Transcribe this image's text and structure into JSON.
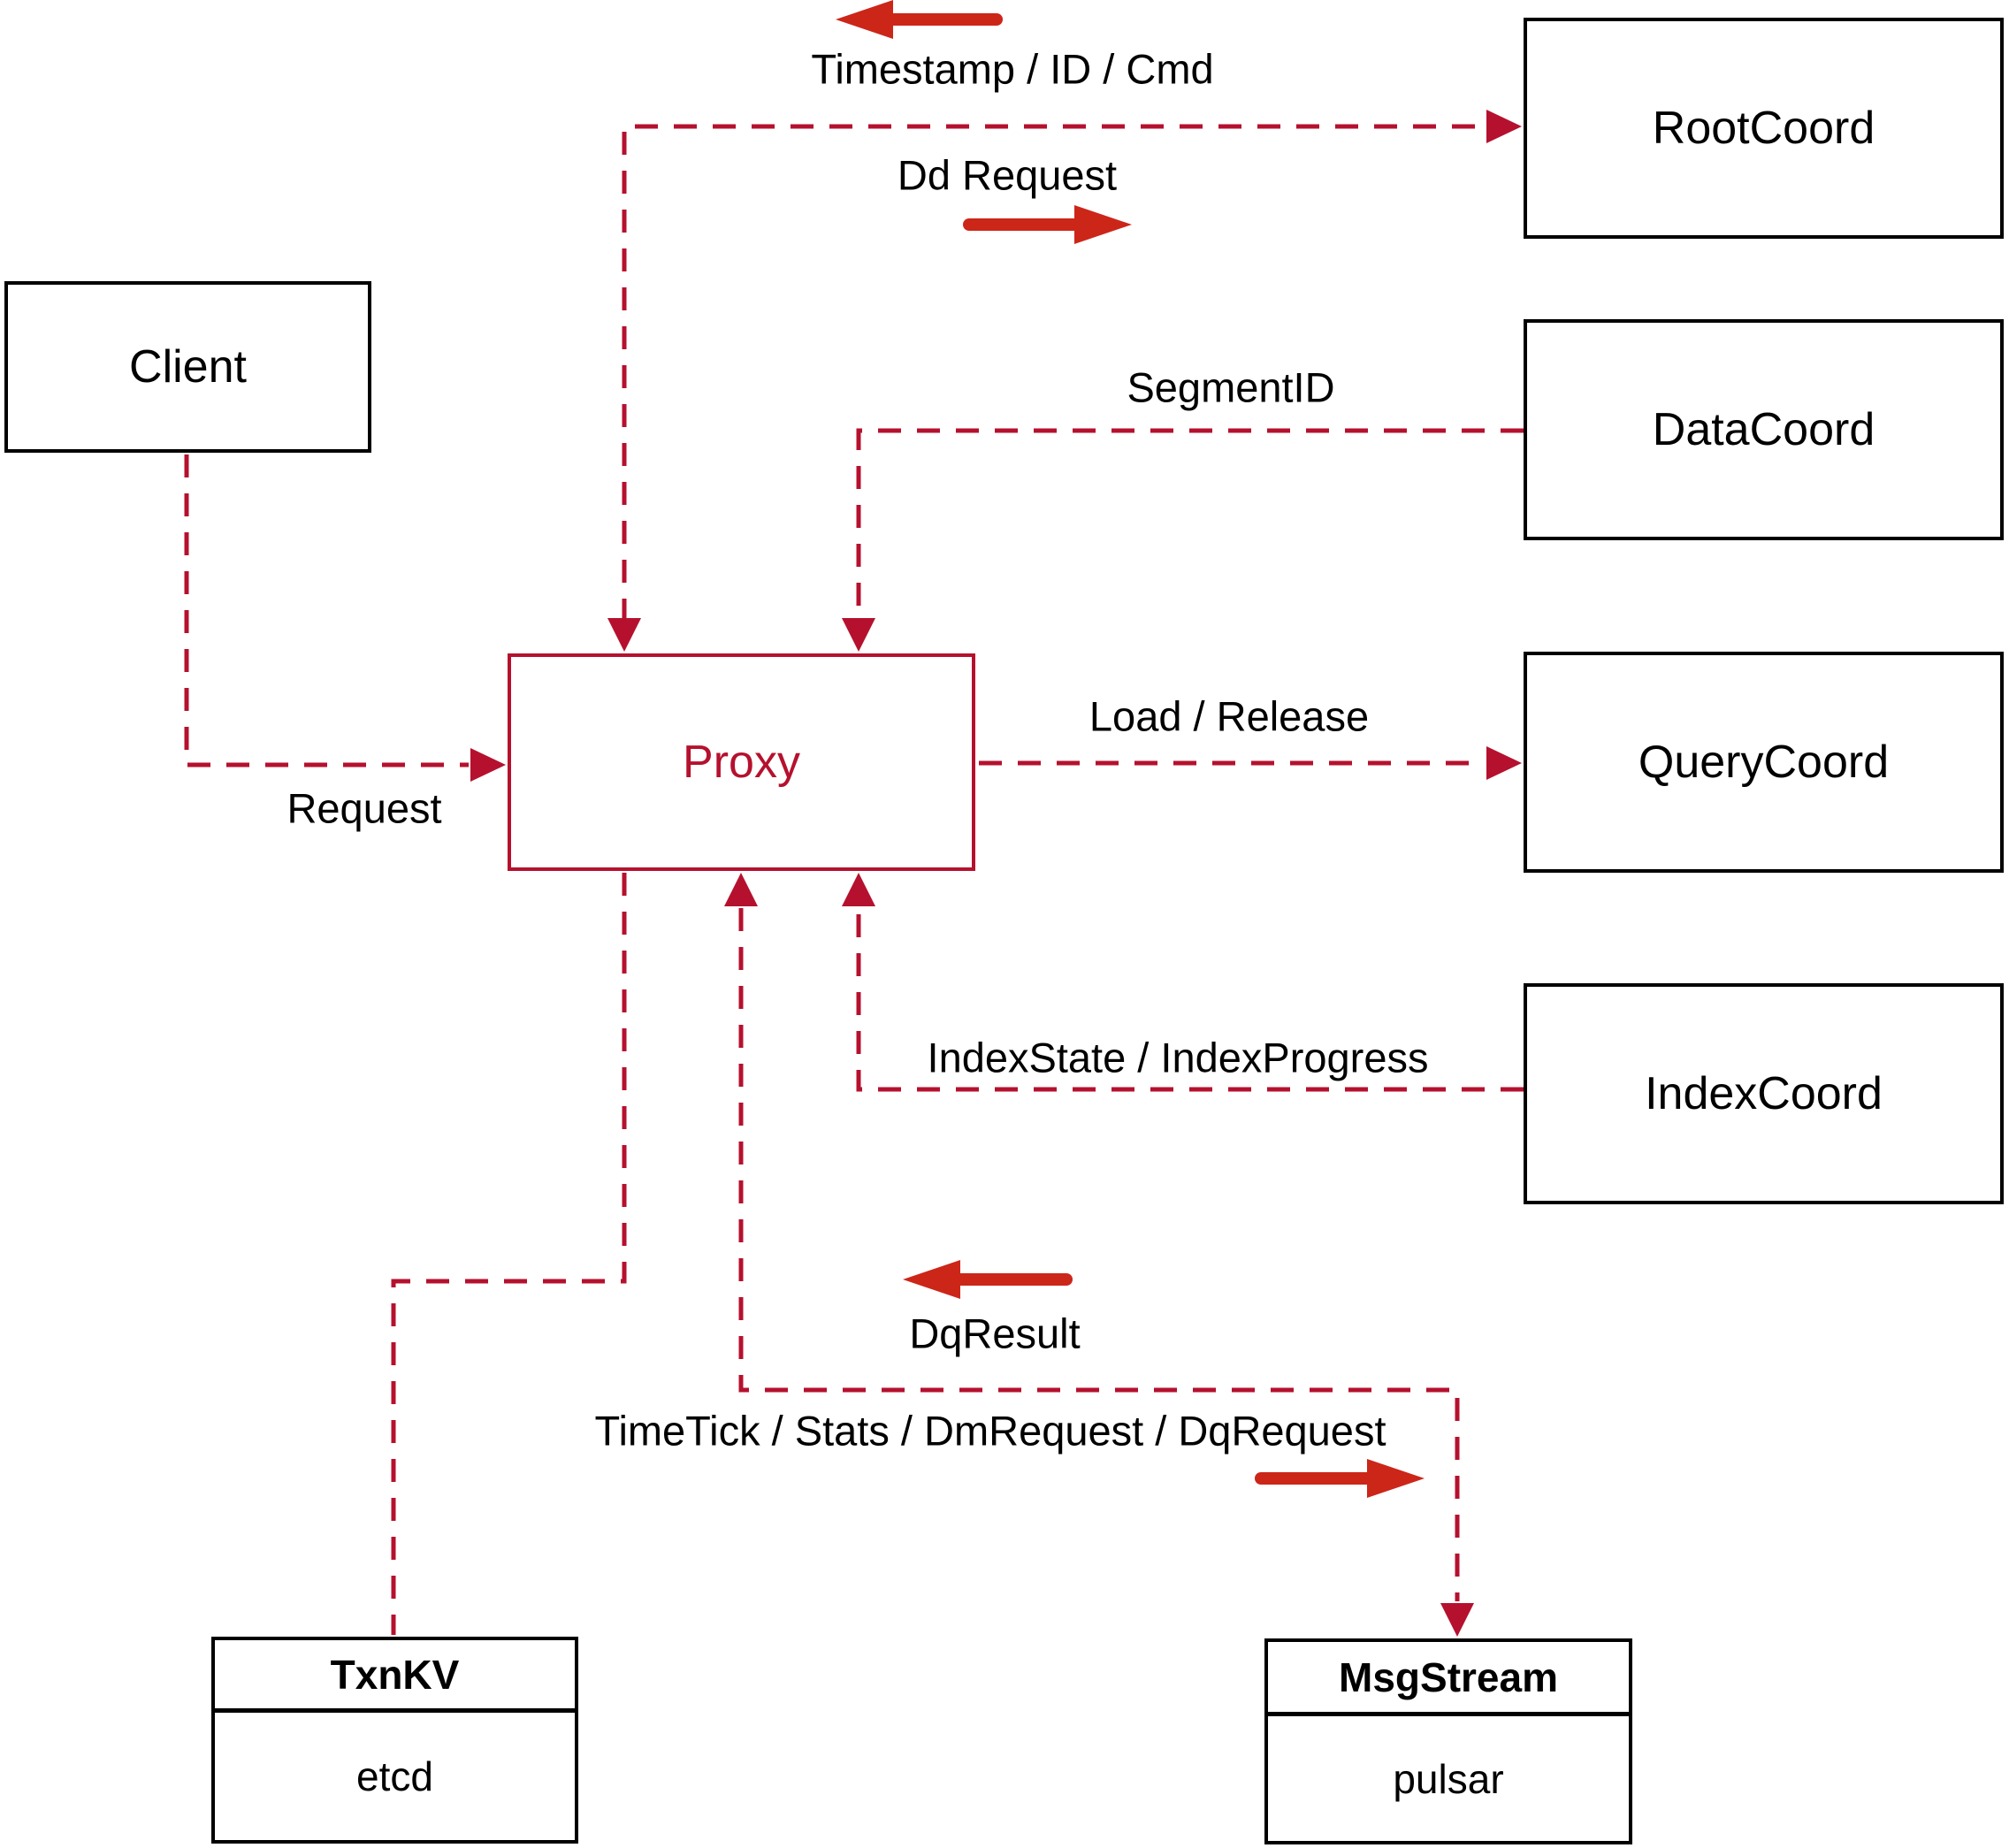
{
  "diagram": {
    "nodes": {
      "client": {
        "label": "Client"
      },
      "proxy": {
        "label": "Proxy"
      },
      "root_coord": {
        "label": "RootCoord"
      },
      "data_coord": {
        "label": "DataCoord"
      },
      "query_coord": {
        "label": "QueryCoord"
      },
      "index_coord": {
        "label": "IndexCoord"
      },
      "txn_kv": {
        "title": "TxnKV",
        "impl": "etcd"
      },
      "msg_stream": {
        "title": "MsgStream",
        "impl": "pulsar"
      }
    },
    "edge_labels": {
      "timestamp_id_cmd": "Timestamp / ID / Cmd",
      "dd_request": "Dd Request",
      "segment_id": "SegmentID",
      "request": "Request",
      "load_release": "Load / Release",
      "index_state": "IndexState / IndexProgress",
      "dq_result": "DqResult",
      "timetick": "TimeTick / Stats / DmRequest / DqRequest"
    },
    "colors": {
      "dashed_line": "#b5112e",
      "solid_arrow": "#cc2619",
      "box_border": "#000000",
      "text": "#000000"
    }
  }
}
